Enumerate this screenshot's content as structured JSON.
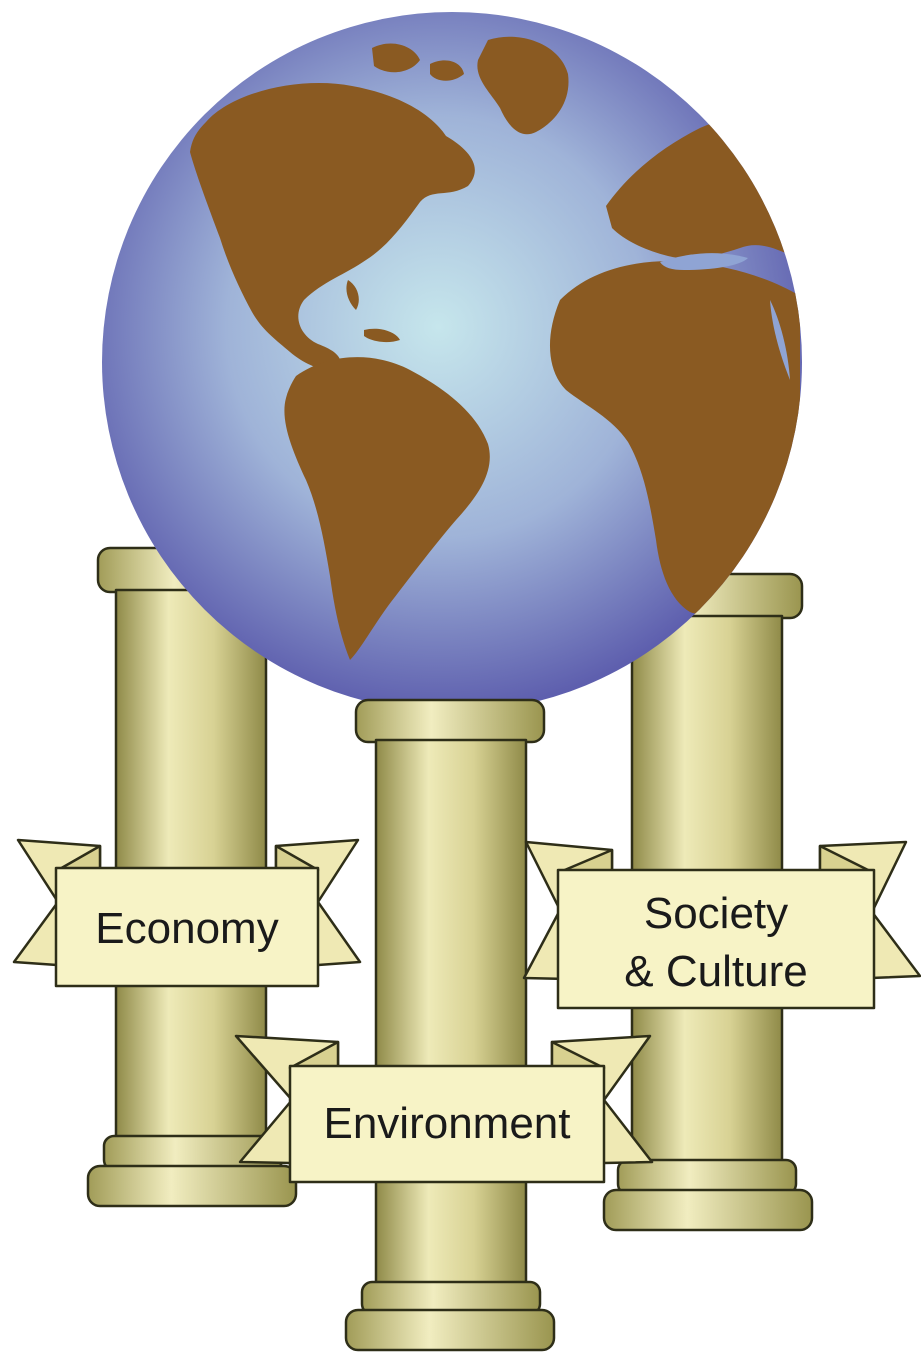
{
  "pillars": [
    {
      "id": "economy",
      "lines": [
        "Economy"
      ]
    },
    {
      "id": "society",
      "lines": [
        "Society",
        "& Culture"
      ]
    },
    {
      "id": "environment",
      "lines": [
        "Environment"
      ]
    }
  ],
  "colors": {
    "ocean_light": "#c6e6ec",
    "ocean_dark": "#5e5fae",
    "land": "#8a5a22",
    "pillar_light": "#eeeab8",
    "pillar_mid": "#c9c27c",
    "pillar_dark": "#8f8a48",
    "banner": "#f7f3c6",
    "outline": "#2e2e18"
  },
  "icons": [
    "globe-icon",
    "pillar-icon",
    "ribbon-banner-icon"
  ]
}
